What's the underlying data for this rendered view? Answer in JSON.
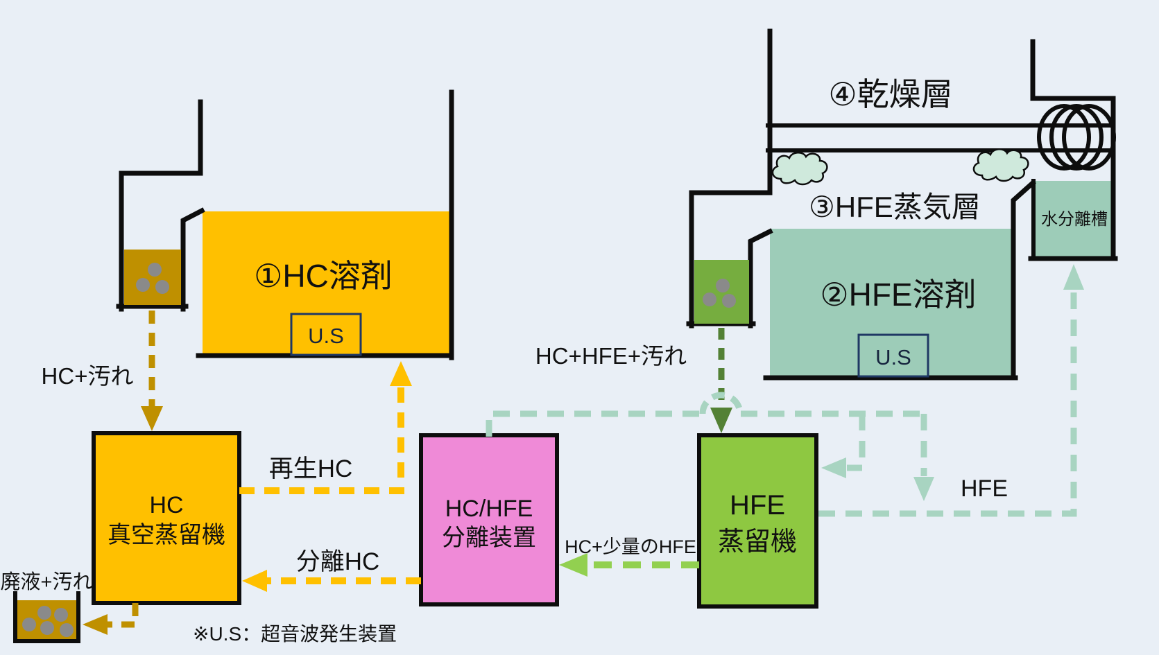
{
  "colors": {
    "background": "#e9eff6",
    "orange": "#ffc000",
    "olive": "#bf9000",
    "teal": "#9dccb8",
    "teal-arrow": "#a8d4c1",
    "cloud": "#cfe9dc",
    "green-liquid": "#76ad3f",
    "green-dark": "#538135",
    "green-box": "#8ec841",
    "green-arrow": "#92d050",
    "pink": "#ef8ad7",
    "navy": "#1f3864",
    "line": "#0d0d0d",
    "text": "#111111",
    "gray-dot": "#8a8a8a"
  },
  "tanks": {
    "hc": {
      "title": "①HC溶剤",
      "us_label": "U.S"
    },
    "hfe": {
      "title": "②HFE溶剤",
      "us_label": "U.S"
    },
    "vapor_layer": "③HFE蒸気層",
    "drying_layer": "④乾燥層",
    "water_separator": "水分離槽"
  },
  "boxes": {
    "hc_distiller": {
      "line1": "HC",
      "line2": "真空蒸留機"
    },
    "separator": {
      "line1": "HC/HFE",
      "line2": "分離装置"
    },
    "hfe_distiller": {
      "line1": "HFE",
      "line2": "蒸留機"
    }
  },
  "flows": {
    "hc_dirt": "HC+汚れ",
    "regen_hc": "再生HC",
    "separated_hc": "分離HC",
    "waste_dirt": "廃液+汚れ",
    "hc_hfe_dirt": "HC+HFE+汚れ",
    "hc_small_hfe": "HC+少量のHFE",
    "hfe": "HFE"
  },
  "icons": {
    "ultrasonic": "ultrasonic-generator",
    "coil": "cooling-coil",
    "cloud": "vapor-cloud",
    "dirt": "dirt-particles"
  },
  "note": "※U.S：超音波発生装置"
}
